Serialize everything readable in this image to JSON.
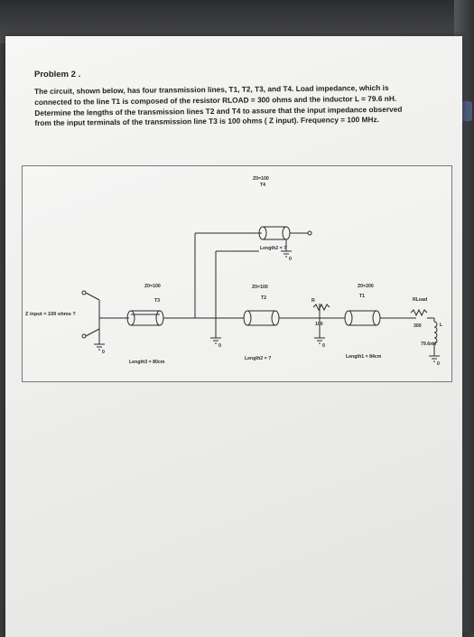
{
  "problem": {
    "title": "Problem 2 .",
    "text": "The circuit, shown below, has four transmission lines, T1, T2, T3, and T4. Load impedance, which is connected to the line T1 is composed of the resistor RLOAD = 300 ohms and the inductor L = 79.6 nH. Determine the lengths of the transmission lines T2 and T4 to assure that the input impedance observed from the input terminals of the transmission line T3 is 100 ohms ( Z input). Frequency = 100 MHz."
  },
  "diagram": {
    "t4": {
      "z0": "Z0=100",
      "name": "T4",
      "length": "Length2 = ?"
    },
    "t3": {
      "z0": "Z0=100",
      "name": "T3",
      "length": "Length3 = 80cm"
    },
    "t2": {
      "z0": "Z0=100",
      "name": "T2",
      "length": "Length2 = ?"
    },
    "t1": {
      "z0": "Z0=200",
      "name": "T1",
      "length": "Length1 = 84cm"
    },
    "zin": "Z input = 100 ohms ?",
    "resistor": {
      "name": "R",
      "value": "100"
    },
    "load": {
      "name": "RLoad",
      "value": "300"
    },
    "inductor": {
      "name": "L",
      "value": "79.6nH"
    },
    "ground_label": "0"
  }
}
